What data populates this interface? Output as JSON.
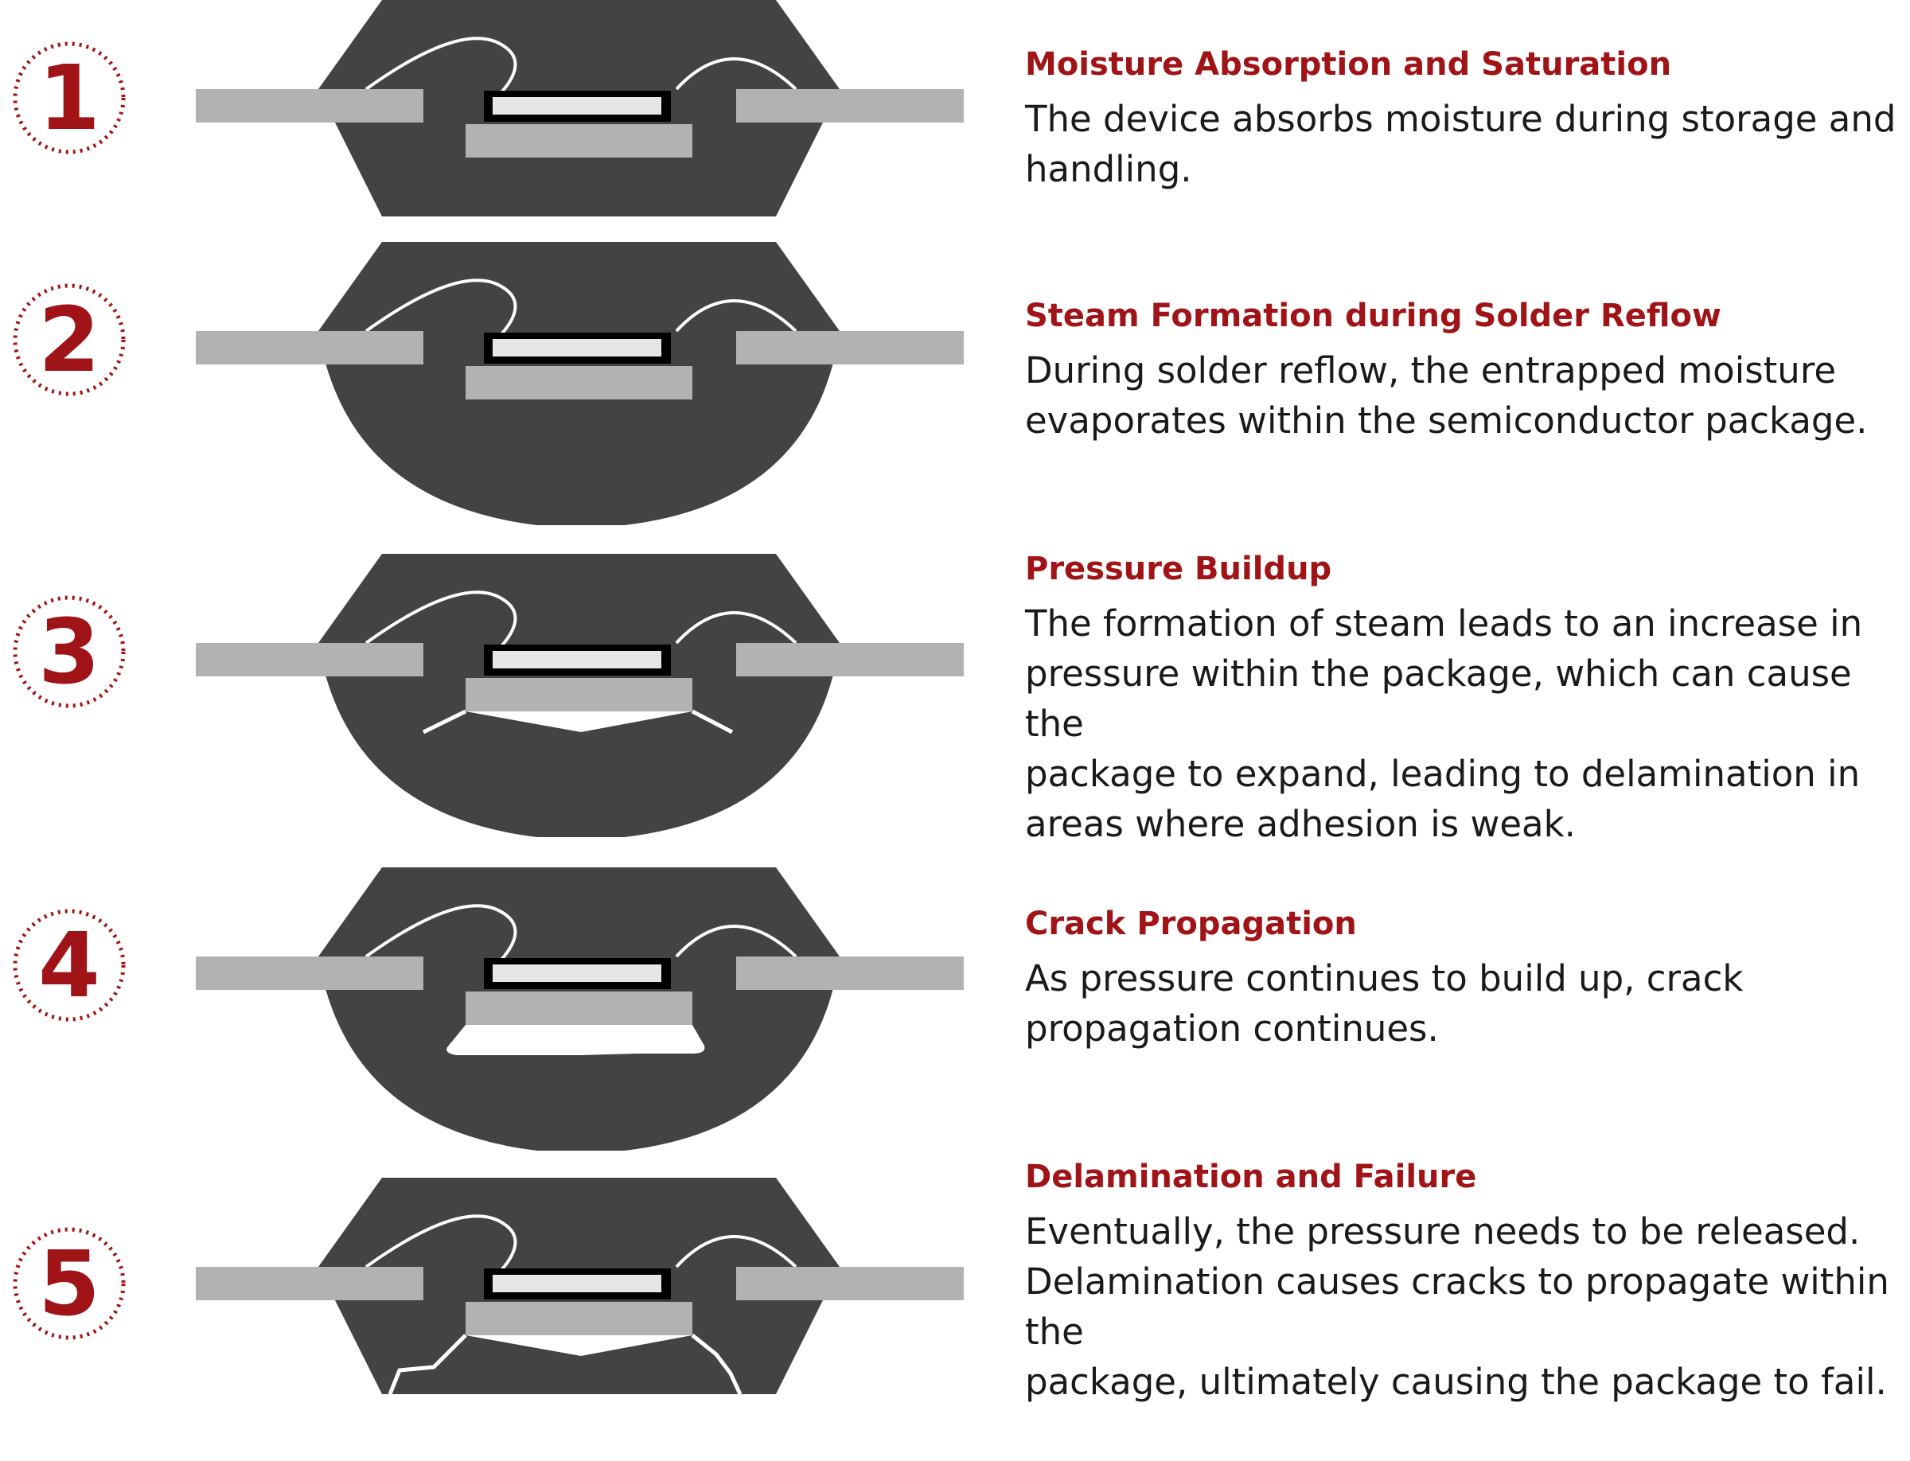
{
  "colors": {
    "accent": "#a01418",
    "mold": "#434343",
    "lead": "#b2b2b2",
    "die": "#e6e6e6",
    "die_border": "#000000",
    "crack": "#ffffff"
  },
  "steps": [
    {
      "number": "1",
      "title": "Moisture Absorption and Saturation",
      "lines": [
        "The device absorbs moisture during storage and",
        "handling."
      ]
    },
    {
      "number": "2",
      "title": "Steam Formation during Solder Reflow",
      "lines": [
        "During solder reflow, the entrapped moisture",
        "evaporates within the semiconductor package."
      ]
    },
    {
      "number": "3",
      "title": "Pressure Buildup",
      "lines": [
        "The formation of steam leads to an increase in",
        "pressure within the package, which can cause the",
        "package to expand, leading to delamination in",
        "areas where adhesion is weak."
      ]
    },
    {
      "number": "4",
      "title": "Crack Propagation",
      "lines": [
        "As pressure continues to build up, crack",
        "propagation continues."
      ]
    },
    {
      "number": "5",
      "title": "Delamination and Failure",
      "lines": [
        "Eventually, the pressure needs to be released.",
        "Delamination causes cracks to propagate within the",
        "package, ultimately causing the package to fail."
      ]
    }
  ]
}
